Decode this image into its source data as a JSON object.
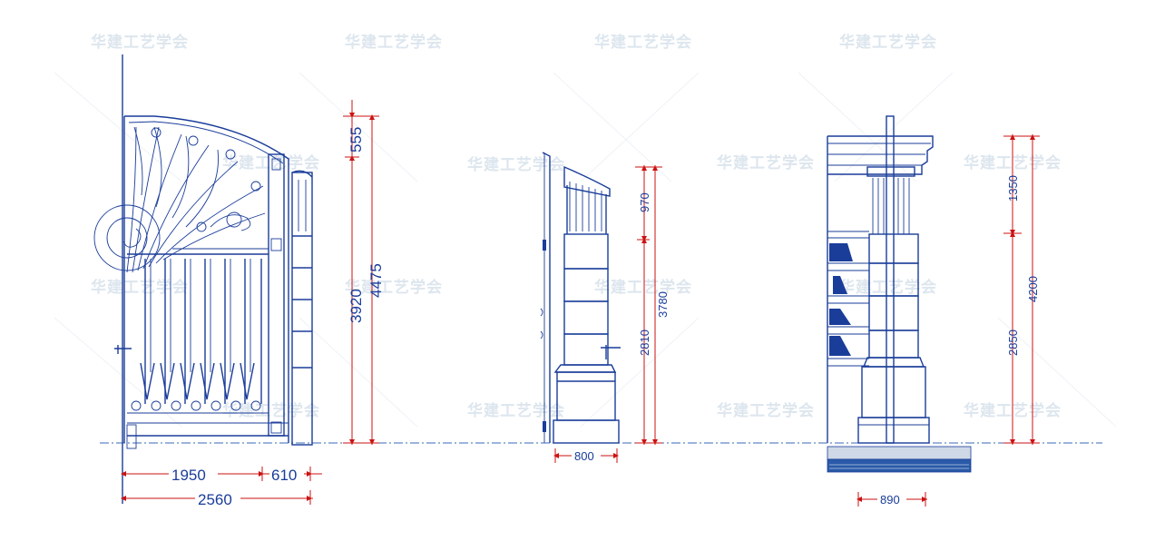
{
  "watermark": "华建工艺学会",
  "dimensions": {
    "gate_height_top": "555",
    "gate_height_inner": "3920",
    "gate_height_total": "4475",
    "gate_width_leaf": "1950",
    "gate_width_side": "610",
    "gate_width_total": "2560",
    "pillar_cap": "970",
    "pillar_body": "2810",
    "pillar_total": "3780",
    "pillar_width": "800",
    "column_top": "1350",
    "column_body": "2850",
    "column_total": "4200",
    "column_width": "890"
  },
  "colors": {
    "line": "#1a3d9a",
    "dimension": "#cc1111",
    "ground": "#3a6ab8",
    "watermark": "#dde6ee"
  }
}
